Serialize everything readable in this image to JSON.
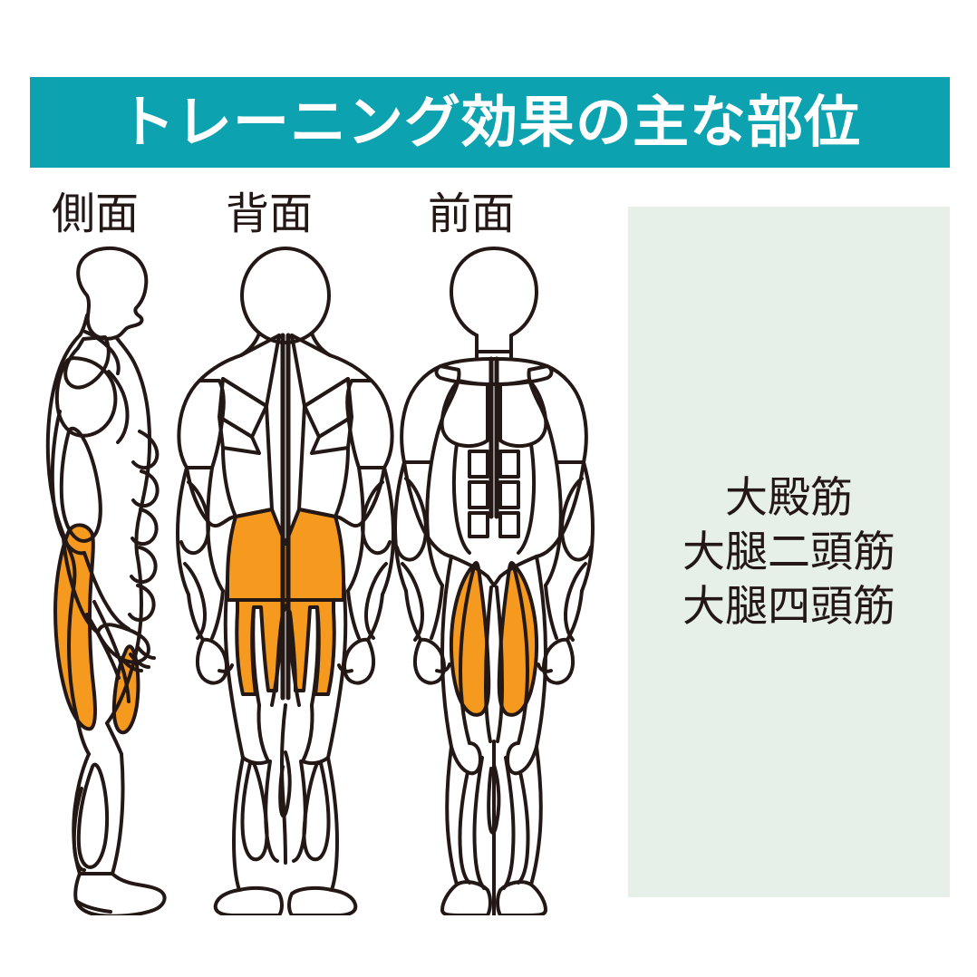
{
  "banner": {
    "title": "トレーニング効果の主な部位",
    "background_color": "#0CA2B0",
    "text_color": "#FFFFFF"
  },
  "captions": {
    "side": "側面",
    "back": "背面",
    "front": "前面"
  },
  "figures": [
    {
      "view_key": "side",
      "caption": "側面",
      "outline_color": "#231815",
      "highlight_color": "#F59A1E",
      "highlighted_regions": [
        "大殿筋",
        "大腿二頭筋"
      ]
    },
    {
      "view_key": "back",
      "caption": "背面",
      "outline_color": "#231815",
      "highlight_color": "#F59A1E",
      "highlighted_regions": [
        "大殿筋",
        "大腿二頭筋"
      ]
    },
    {
      "view_key": "front",
      "caption": "前面",
      "outline_color": "#231815",
      "highlight_color": "#F59A1E",
      "highlighted_regions": [
        "大腿四頭筋"
      ]
    }
  ],
  "info_panel": {
    "background_color": "#E7F0E8",
    "text_color": "#231815",
    "muscles": [
      "大殿筋",
      "大腿二頭筋",
      "大腿四頭筋"
    ]
  }
}
